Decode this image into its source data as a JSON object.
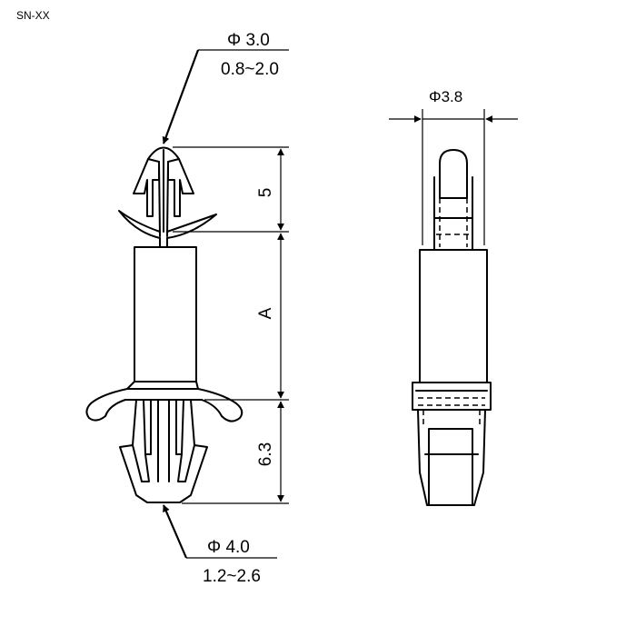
{
  "model_code": "SN-XX",
  "top_lock": {
    "diameter": "Φ 3.0",
    "thickness_range": "0.8~2.0"
  },
  "bottom_lock": {
    "diameter": "Φ 4.0",
    "thickness_range": "1.2~2.6"
  },
  "side_view": {
    "width": "Φ3.8"
  },
  "heights": {
    "top_head": "5",
    "body": "A",
    "bottom_head": "6.3"
  }
}
